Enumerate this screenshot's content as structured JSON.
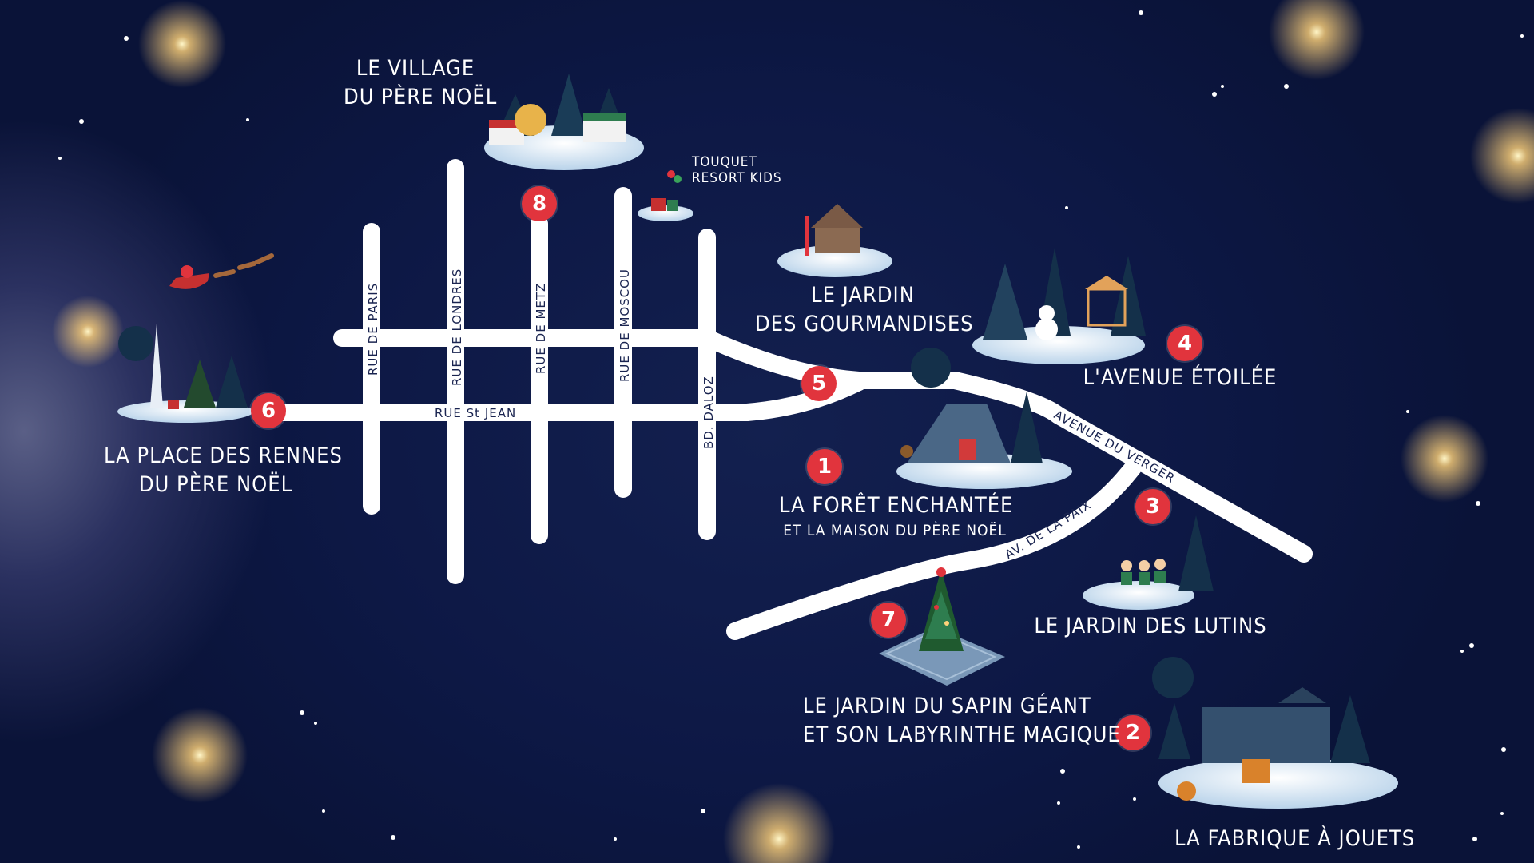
{
  "streets": {
    "paris": "RUE DE PARIS",
    "londres": "RUE DE LONDRES",
    "metz": "RUE DE METZ",
    "moscou": "RUE DE MOSCOU",
    "dalloz": "BD. DALOZ",
    "st_jean": "RUE St JEAN",
    "verger": "AVENUE DU VERGER",
    "paix": "AV. DE LA PAIX"
  },
  "locations": [
    {
      "number": "1",
      "name": "LA FORÊT ENCHANTÉE",
      "subtitle": "ET LA MAISON DU PÈRE NOËL"
    },
    {
      "number": "2",
      "name": "LA FABRIQUE À JOUETS"
    },
    {
      "number": "3",
      "name": "LE JARDIN DES LUTINS"
    },
    {
      "number": "4",
      "name": "L'AVENUE ÉTOILÉE"
    },
    {
      "number": "5",
      "name_line1": "LE JARDIN",
      "name_line2": "DES GOURMANDISES"
    },
    {
      "number": "6",
      "name_line1": "LA PLACE DES RENNES",
      "name_line2": "DU PÈRE NOËL"
    },
    {
      "number": "7",
      "name_line1": "LE JARDIN DU SAPIN GÉANT",
      "name_line2": "ET SON LABYRINTHE MAGIQUE"
    },
    {
      "number": "8",
      "name_line1": "LE VILLAGE",
      "name_line2": "DU PÈRE NOËL"
    }
  ],
  "kids": {
    "line1": "TOUQUET",
    "line2": "RESORT KIDS"
  },
  "colors": {
    "background": "#0d1845",
    "road": "#ffffff",
    "marker": "#e1343d",
    "snow": "#e8f2fb",
    "tree": "#14304a"
  }
}
